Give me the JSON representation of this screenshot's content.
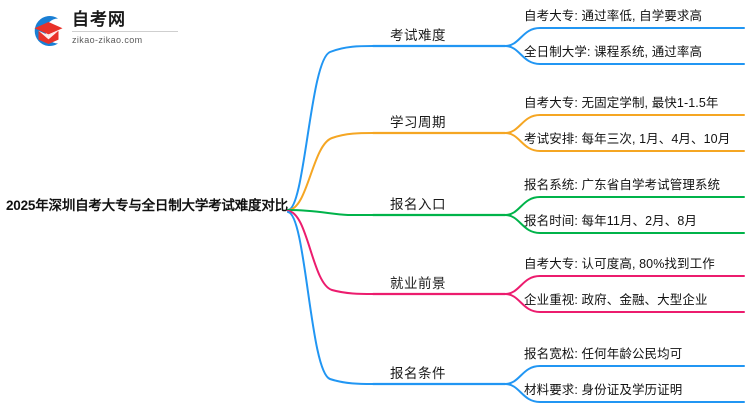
{
  "logo": {
    "icon": "graduation-cap-logo-icon",
    "title": "自考网",
    "subtitle": "zikao-zikao.com",
    "arc_color": "#1a7fd4",
    "cap_color": "#e8322a"
  },
  "mindmap": {
    "root": {
      "label": "2025年深圳自考大专与全日制大学考试难度对比"
    },
    "branches": [
      {
        "label": "考试难度",
        "color": "#2196F3",
        "leaves": [
          {
            "text": "自考大专: 通过率低, 自学要求高"
          },
          {
            "text": "全日制大学: 课程系统, 通过率高"
          }
        ]
      },
      {
        "label": "学习周期",
        "color": "#F5A623",
        "leaves": [
          {
            "text": "自考大专: 无固定学制, 最快1-1.5年"
          },
          {
            "text": "考试安排: 每年三次, 1月、4月、10月"
          }
        ]
      },
      {
        "label": "报名入口",
        "color": "#00B34A",
        "leaves": [
          {
            "text": "报名系统: 广东省自学考试管理系统"
          },
          {
            "text": "报名时间: 每年11月、2月、8月"
          }
        ]
      },
      {
        "label": "就业前景",
        "color": "#EC1C6E",
        "leaves": [
          {
            "text": "自考大专: 认可度高, 80%找到工作"
          },
          {
            "text": "企业重视: 政府、金融、大型企业"
          }
        ]
      },
      {
        "label": "报名条件",
        "color": "#2196F3",
        "leaves": [
          {
            "text": "报名宽松: 任何年龄公民均可"
          },
          {
            "text": "材料要求: 身份证及学历证明"
          }
        ]
      }
    ]
  }
}
